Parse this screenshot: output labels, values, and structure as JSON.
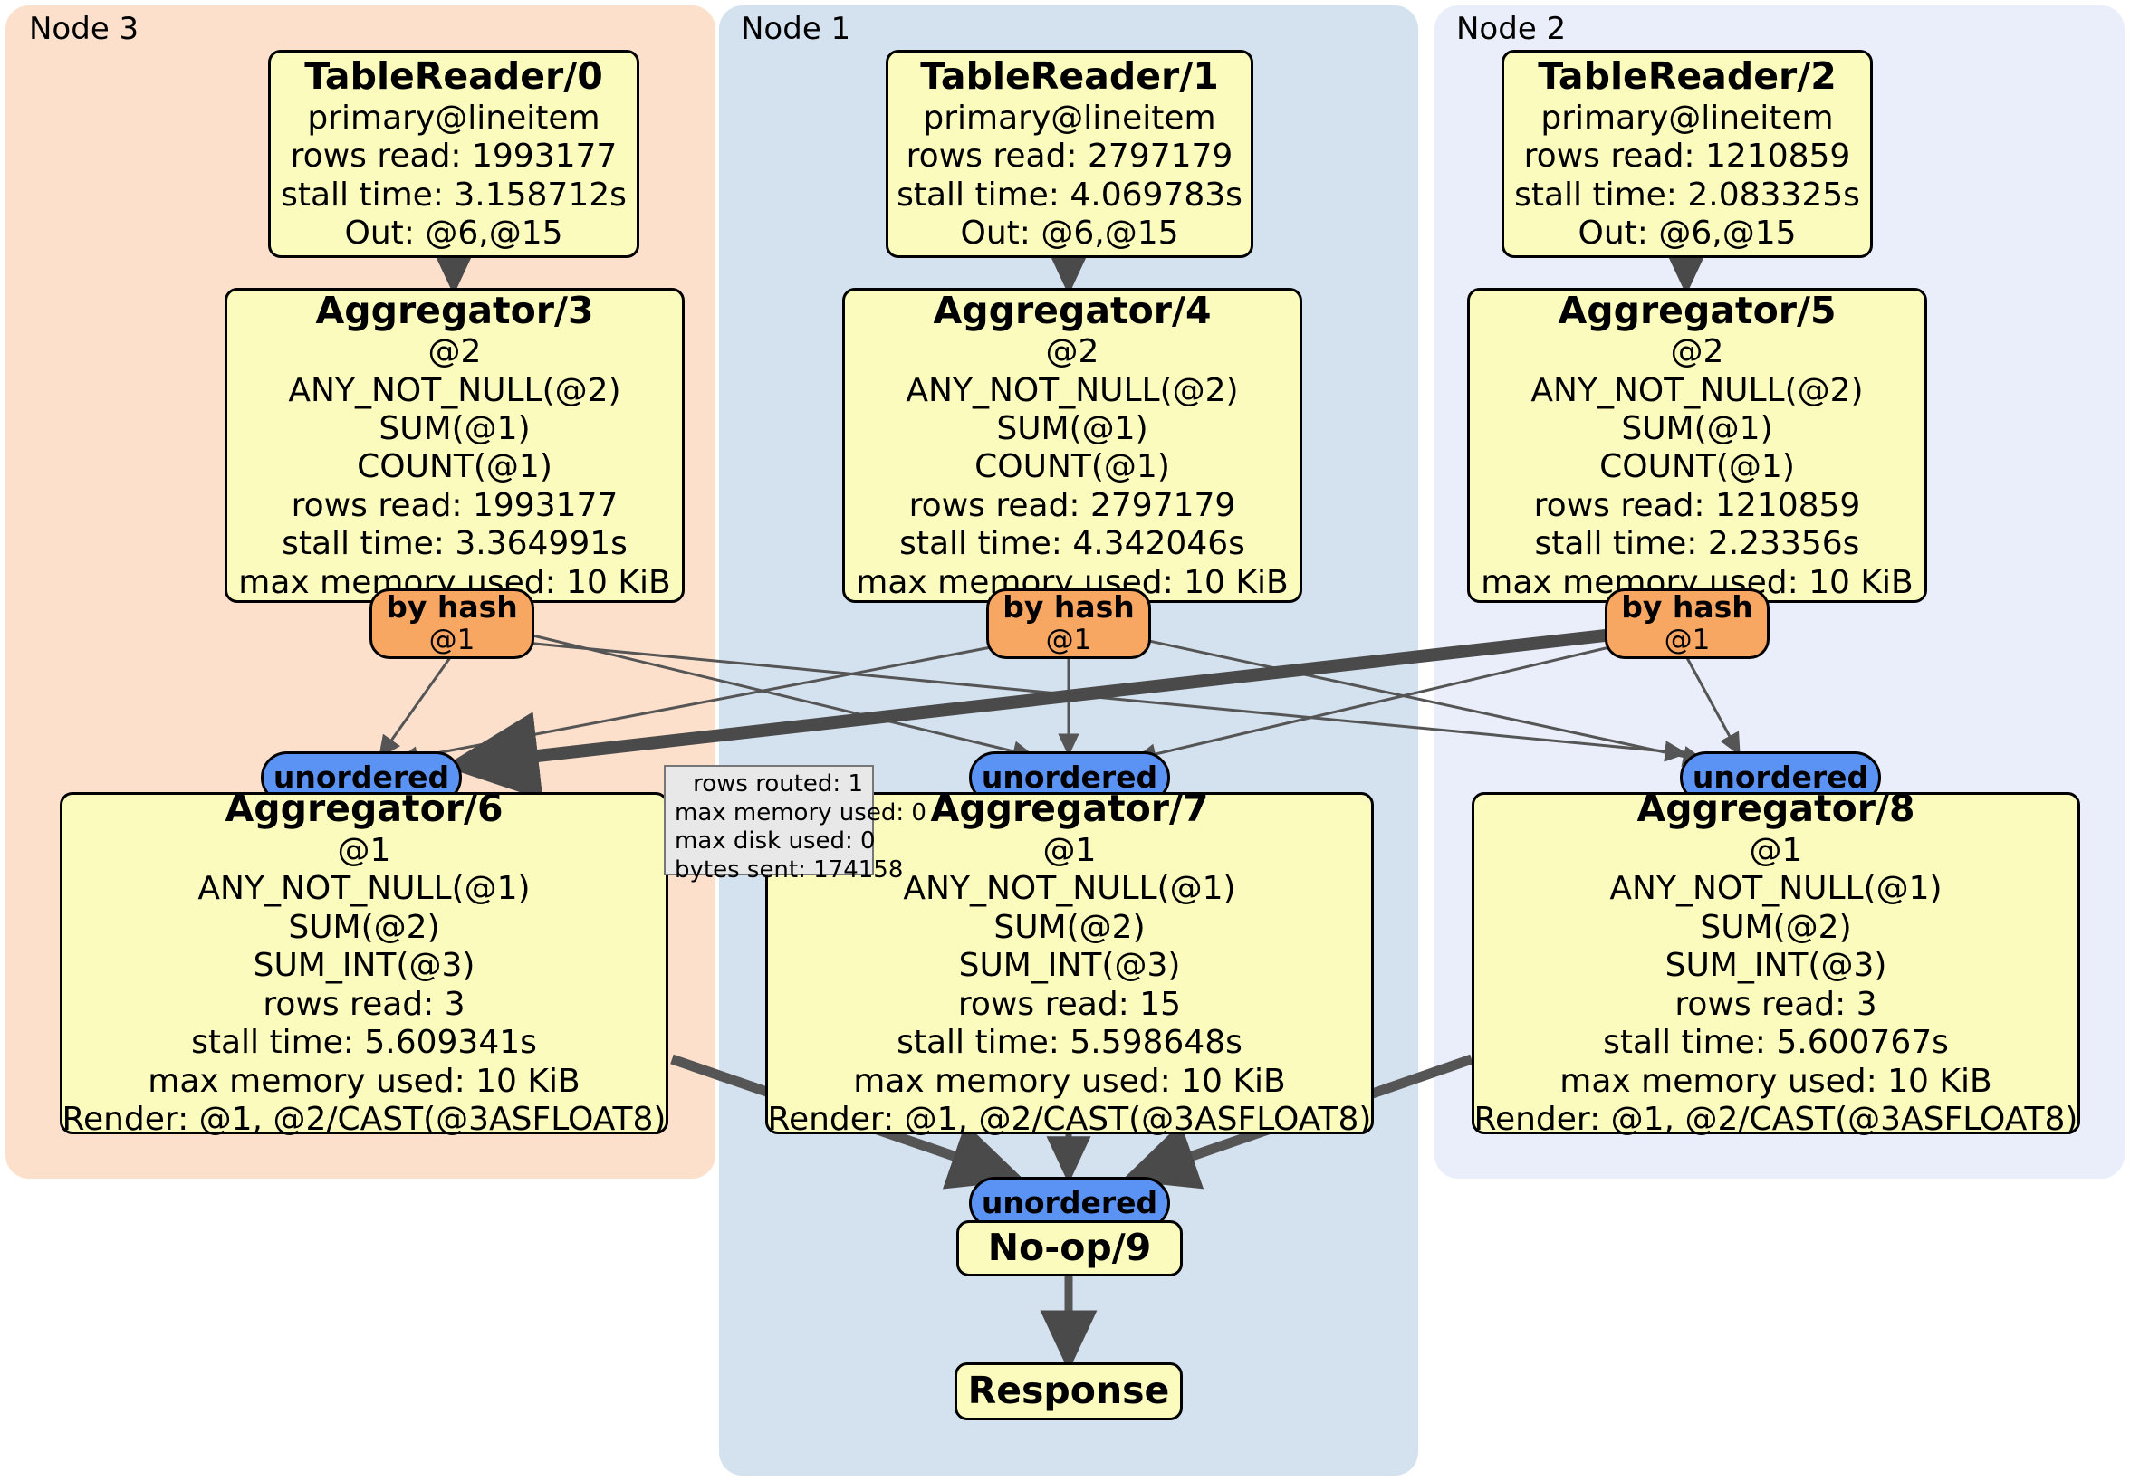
{
  "clusters": [
    {
      "id": "node3",
      "label": "Node 3",
      "color": "#fce0cc"
    },
    {
      "id": "node1",
      "label": "Node 1",
      "color": "#d4e1ef"
    },
    {
      "id": "node2",
      "label": "Node 2",
      "color": "#eaeefa"
    }
  ],
  "colors": {
    "box_fill": "#fbfbbd",
    "box_stroke": "#000000",
    "hash_fill": "#f8a763",
    "unordered_fill": "#5b93f5",
    "tooltip_fill": "#e8e8e8",
    "edge": "#555555",
    "thick_edge": "#4a4a4a"
  },
  "processors": {
    "table_reader_0": {
      "title": "TableReader/0",
      "lines": [
        "primary@lineitem",
        "rows read: 1993177",
        "stall time: 3.158712s",
        "Out: @6,@15"
      ]
    },
    "table_reader_1": {
      "title": "TableReader/1",
      "lines": [
        "primary@lineitem",
        "rows read: 2797179",
        "stall time: 4.069783s",
        "Out: @6,@15"
      ]
    },
    "table_reader_2": {
      "title": "TableReader/2",
      "lines": [
        "primary@lineitem",
        "rows read: 1210859",
        "stall time: 2.083325s",
        "Out: @6,@15"
      ]
    },
    "aggregator_3": {
      "title": "Aggregator/3",
      "lines": [
        "@2",
        "ANY_NOT_NULL(@2)",
        "SUM(@1)",
        "COUNT(@1)",
        "rows read: 1993177",
        "stall time: 3.364991s",
        "max memory used: 10 KiB"
      ]
    },
    "aggregator_4": {
      "title": "Aggregator/4",
      "lines": [
        "@2",
        "ANY_NOT_NULL(@2)",
        "SUM(@1)",
        "COUNT(@1)",
        "rows read: 2797179",
        "stall time: 4.342046s",
        "max memory used: 10 KiB"
      ]
    },
    "aggregator_5": {
      "title": "Aggregator/5",
      "lines": [
        "@2",
        "ANY_NOT_NULL(@2)",
        "SUM(@1)",
        "COUNT(@1)",
        "rows read: 1210859",
        "stall time: 2.23356s",
        "max memory used: 10 KiB"
      ]
    },
    "aggregator_6": {
      "title": "Aggregator/6",
      "lines": [
        "@1",
        "ANY_NOT_NULL(@1)",
        "SUM(@2)",
        "SUM_INT(@3)",
        "rows read: 3",
        "stall time: 5.609341s",
        "max memory used: 10 KiB",
        "Render: @1, @2/CAST(@3ASFLOAT8)"
      ]
    },
    "aggregator_7": {
      "title": "Aggregator/7",
      "lines": [
        "@1",
        "ANY_NOT_NULL(@1)",
        "SUM(@2)",
        "SUM_INT(@3)",
        "rows read: 15",
        "stall time: 5.598648s",
        "max memory used: 10 KiB",
        "Render: @1, @2/CAST(@3ASFLOAT8)"
      ]
    },
    "aggregator_8": {
      "title": "Aggregator/8",
      "lines": [
        "@1",
        "ANY_NOT_NULL(@1)",
        "SUM(@2)",
        "SUM_INT(@3)",
        "rows read: 3",
        "stall time: 5.600767s",
        "max memory used: 10 KiB",
        "Render: @1, @2/CAST(@3ASFLOAT8)"
      ]
    },
    "noop_9": {
      "title": "No-op/9",
      "lines": []
    },
    "response": {
      "title": "Response",
      "lines": []
    }
  },
  "routers": {
    "hash_left": {
      "title": "by hash",
      "sub": "@1"
    },
    "hash_mid": {
      "title": "by hash",
      "sub": "@1"
    },
    "hash_right": {
      "title": "by hash",
      "sub": "@1"
    }
  },
  "inputs": {
    "unordered_left": {
      "label": "unordered"
    },
    "unordered_mid": {
      "label": "unordered"
    },
    "unordered_right": {
      "label": "unordered"
    },
    "unordered_bottom": {
      "label": "unordered"
    }
  },
  "stream_stats": {
    "lines": [
      "rows routed: 1",
      "max memory used: 0",
      "max disk used: 0",
      "bytes sent: 174158"
    ]
  }
}
